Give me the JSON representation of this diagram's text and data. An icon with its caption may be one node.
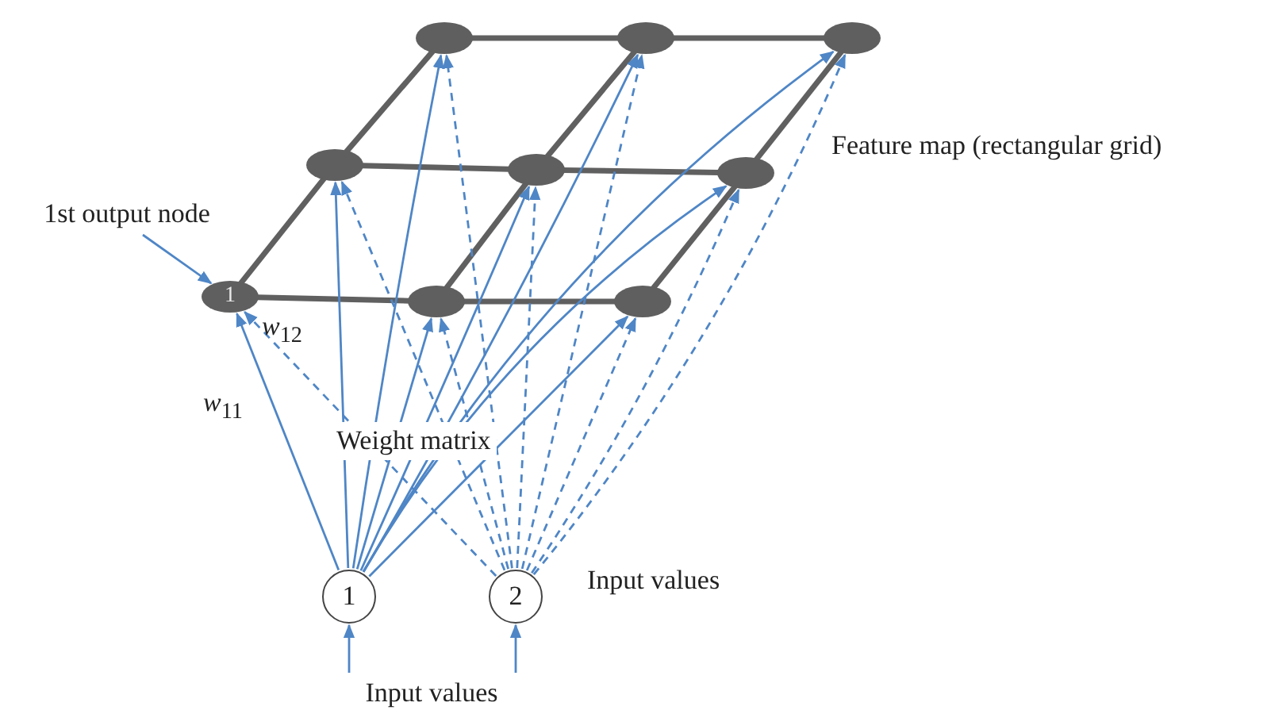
{
  "diagram": {
    "nodes": [
      {
        "text": [],
        "shape": "ellipse"
      },
      {
        "text": [],
        "shape": "ellipse"
      },
      {
        "text": [],
        "shape": "ellipse"
      },
      {
        "text": [],
        "shape": "ellipse"
      },
      {
        "text": [],
        "shape": "ellipse"
      },
      {
        "text": [],
        "shape": "ellipse"
      },
      {
        "text": [
          "1"
        ]
      },
      {
        "text": [],
        "shape": "ellipse"
      },
      {
        "text": [],
        "shape": "ellipse"
      },
      {
        "text": [
          "1"
        ]
      },
      {
        "text": [
          "2"
        ]
      },
      {
        "text": [
          "Input values"
        ]
      },
      {
        "text": [
          "1st output node"
        ]
      }
    ],
    "edges": [
      {
        "from": 0,
        "to": 1,
        "arrow": "none",
        "style": "thick",
        "color": "#606060"
      },
      {
        "from": 1,
        "to": 2,
        "arrow": "none",
        "style": "thick",
        "color": "#606060"
      },
      {
        "from": 3,
        "to": 4,
        "arrow": "none",
        "style": "thick",
        "color": "#606060"
      },
      {
        "from": 4,
        "to": 5,
        "arrow": "none",
        "style": "thick",
        "color": "#606060"
      },
      {
        "from": 6,
        "to": 7,
        "arrow": "none",
        "style": "thick",
        "color": "#606060"
      },
      {
        "from": 7,
        "to": 8,
        "arrow": "none",
        "style": "thick",
        "color": "#606060"
      },
      {
        "from": 6,
        "to": 3,
        "arrow": "none",
        "style": "thick",
        "color": "#606060"
      },
      {
        "from": 3,
        "to": 0,
        "arrow": "none",
        "style": "thick",
        "color": "#606060"
      },
      {
        "from": 7,
        "to": 4,
        "arrow": "none",
        "style": "thick",
        "color": "#606060"
      },
      {
        "from": 4,
        "to": 1,
        "arrow": "none",
        "style": "thick",
        "color": "#606060"
      },
      {
        "from": 8,
        "to": 5,
        "arrow": "none",
        "style": "thick",
        "color": "#606060"
      },
      {
        "from": 5,
        "to": 2,
        "arrow": "none",
        "style": "thick",
        "color": "#606060"
      },
      {
        "from": 9,
        "to": 0,
        "arrow": "to"
      },
      {
        "from": 9,
        "to": 1,
        "arrow": "to"
      },
      {
        "from": 9,
        "to": 2,
        "arrow": "to"
      },
      {
        "from": 9,
        "to": 3,
        "arrow": "to"
      },
      {
        "from": 9,
        "to": 4,
        "arrow": "to"
      },
      {
        "from": 9,
        "to": 5,
        "arrow": "to"
      },
      {
        "from": 9,
        "to": 6,
        "arrow": "to"
      },
      {
        "from": 9,
        "to": 7,
        "arrow": "to"
      },
      {
        "from": 9,
        "to": 8,
        "arrow": "to"
      },
      {
        "from": 10,
        "to": 0,
        "arrow": "to",
        "style": "dashed"
      },
      {
        "from": 10,
        "to": 1,
        "arrow": "to",
        "style": "dashed"
      },
      {
        "from": 10,
        "to": 2,
        "arrow": "to",
        "style": "dashed"
      },
      {
        "from": 10,
        "to": 3,
        "arrow": "to",
        "style": "dashed"
      },
      {
        "from": 10,
        "to": 4,
        "arrow": "to",
        "style": "dashed"
      },
      {
        "from": 10,
        "to": 5,
        "arrow": "to",
        "style": "dashed"
      },
      {
        "from": 10,
        "to": 6,
        "arrow": "to",
        "style": "dashed"
      },
      {
        "from": 10,
        "to": 7,
        "arrow": "to",
        "style": "dashed"
      },
      {
        "from": 10,
        "to": 8,
        "arrow": "to",
        "style": "dashed"
      },
      {
        "from": 11,
        "to": 9,
        "arrow": "to"
      },
      {
        "from": 11,
        "to": 10,
        "arrow": "to"
      },
      {
        "from": 12,
        "to": 6,
        "arrow": "to"
      }
    ],
    "labels": [
      "Feature map (rectangular grid)",
      "*w*$_{12}$",
      "*w*$_{11}$",
      "Weight matrix",
      "Input values"
    ]
  }
}
